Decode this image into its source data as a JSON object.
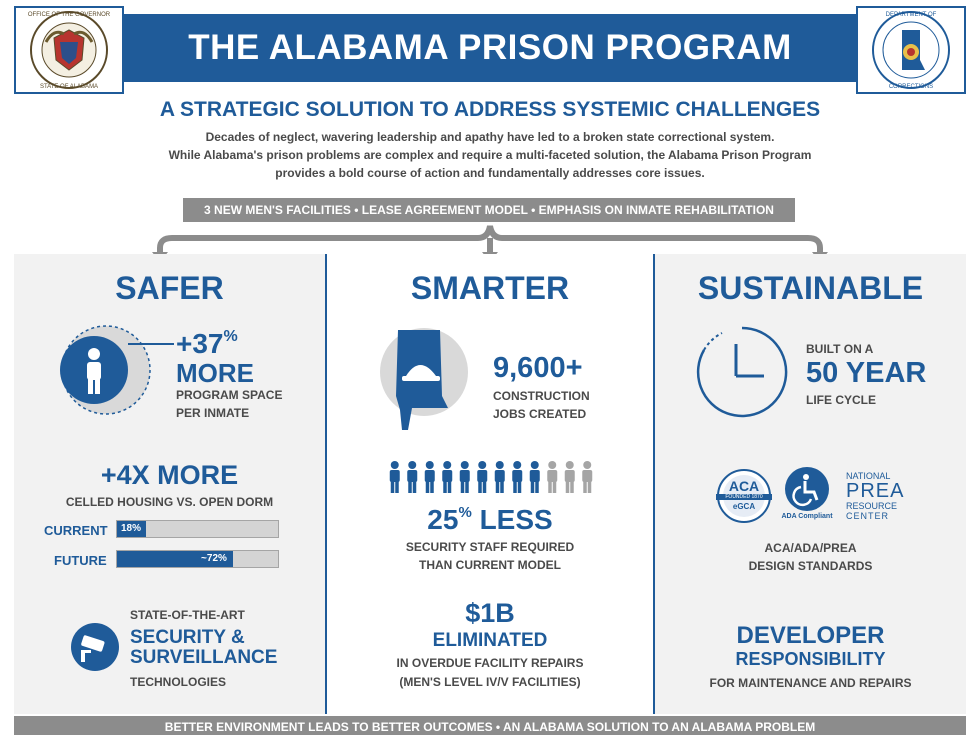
{
  "header": {
    "title": "THE ALABAMA PRISON PROGRAM",
    "left_seal_text_top": "OFFICE OF THE GOVERNOR",
    "left_seal_text_bottom": "STATE OF ALABAMA",
    "right_seal_text_top": "DEPARTMENT OF",
    "right_seal_text_bottom": "CORRECTIONS"
  },
  "subtitle": "A STRATEGIC SOLUTION TO ADDRESS SYSTEMIC CHALLENGES",
  "intro": {
    "line1": "Decades of neglect, wavering leadership and apathy have led to a broken state correctional system.",
    "line2": "While Alabama's prison problems are complex and require a multi-faceted solution, the Alabama Prison Program",
    "line3": "provides a bold course of action and fundamentally addresses core issues."
  },
  "pillars_banner": "3 NEW MEN'S FACILITIES  •  LEASE AGREEMENT MODEL  •  EMPHASIS ON INMATE REHABILITATION",
  "safer": {
    "title": "SAFER",
    "stat1_value": "+37",
    "stat1_unit": "%",
    "stat1_word": "MORE",
    "stat1_desc1": "PROGRAM SPACE",
    "stat1_desc2": "PER INMATE",
    "stat2_value": "+4X MORE",
    "stat2_desc": "CELLED HOUSING VS. OPEN DORM",
    "current_label": "CURRENT",
    "current_value": "18%",
    "current_fraction": 0.18,
    "future_label": "FUTURE",
    "future_value": "~72%",
    "future_fraction": 0.72,
    "tech_pre": "STATE-OF-THE-ART",
    "tech_line1": "SECURITY &",
    "tech_line2": "SURVEILLANCE",
    "tech_post": "TECHNOLOGIES"
  },
  "smarter": {
    "title": "SMARTER",
    "jobs_value": "9,600+",
    "jobs_desc1": "CONSTRUCTION",
    "jobs_desc2": "JOBS CREATED",
    "people_total": 12,
    "people_highlighted": 9,
    "staff_value": "25",
    "staff_unit": "%",
    "staff_word": "LESS",
    "staff_desc1": "SECURITY STAFF REQUIRED",
    "staff_desc2": "THAN CURRENT MODEL",
    "repairs_value": "$1B",
    "repairs_word": "ELIMINATED",
    "repairs_desc1": "IN OVERDUE FACILITY REPAIRS",
    "repairs_desc2": "(MEN'S LEVEL IV/V FACILITIES)"
  },
  "sustainable": {
    "title": "SUSTAINABLE",
    "life_pre": "BUILT ON A",
    "life_value": "50 YEAR",
    "life_post": "LIFE CYCLE",
    "aca_logo_text": "ACA",
    "aca_founded": "FOUNDED 1870",
    "aca_sub": "eGCA",
    "ada_caption": "ADA Compliant",
    "prea_line1": "NATIONAL",
    "prea_line2": "PREA",
    "prea_line3": "RESOURCE",
    "prea_line4": "CENTER",
    "standards1": "ACA/ADA/PREA",
    "standards2": "DESIGN STANDARDS",
    "dev_line1": "DEVELOPER",
    "dev_line2": "RESPONSIBILITY",
    "dev_desc": "FOR MAINTENANCE AND REPAIRS"
  },
  "footer": "BETTER ENVIRONMENT LEADS TO BETTER OUTCOMES  •  AN ALABAMA SOLUTION TO AN ALABAMA PROBLEM",
  "colors": {
    "navy": "#1f5b99",
    "gray": "#8c8c8c",
    "panel": "#f2f2f2"
  }
}
